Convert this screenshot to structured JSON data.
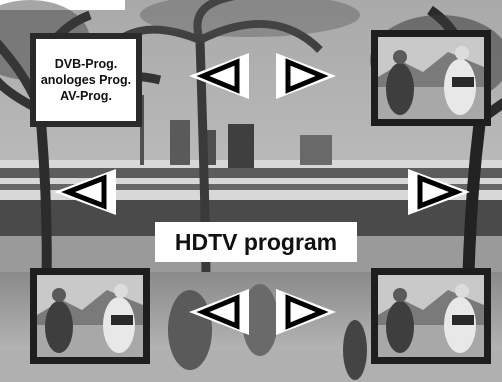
{
  "source_list": {
    "lines": [
      "DVB-Prog.",
      "anologes Prog.",
      "AV-Prog."
    ]
  },
  "main_program": {
    "label": "HDTV program"
  },
  "icons": {
    "arrow_left": "arrow-left-icon",
    "arrow_right": "arrow-right-icon"
  },
  "colors": {
    "frame": "#1e1e1e",
    "label_background": "#ffffff",
    "arrow_fill": "#ffffff",
    "arrow_stroke": "#000000"
  }
}
